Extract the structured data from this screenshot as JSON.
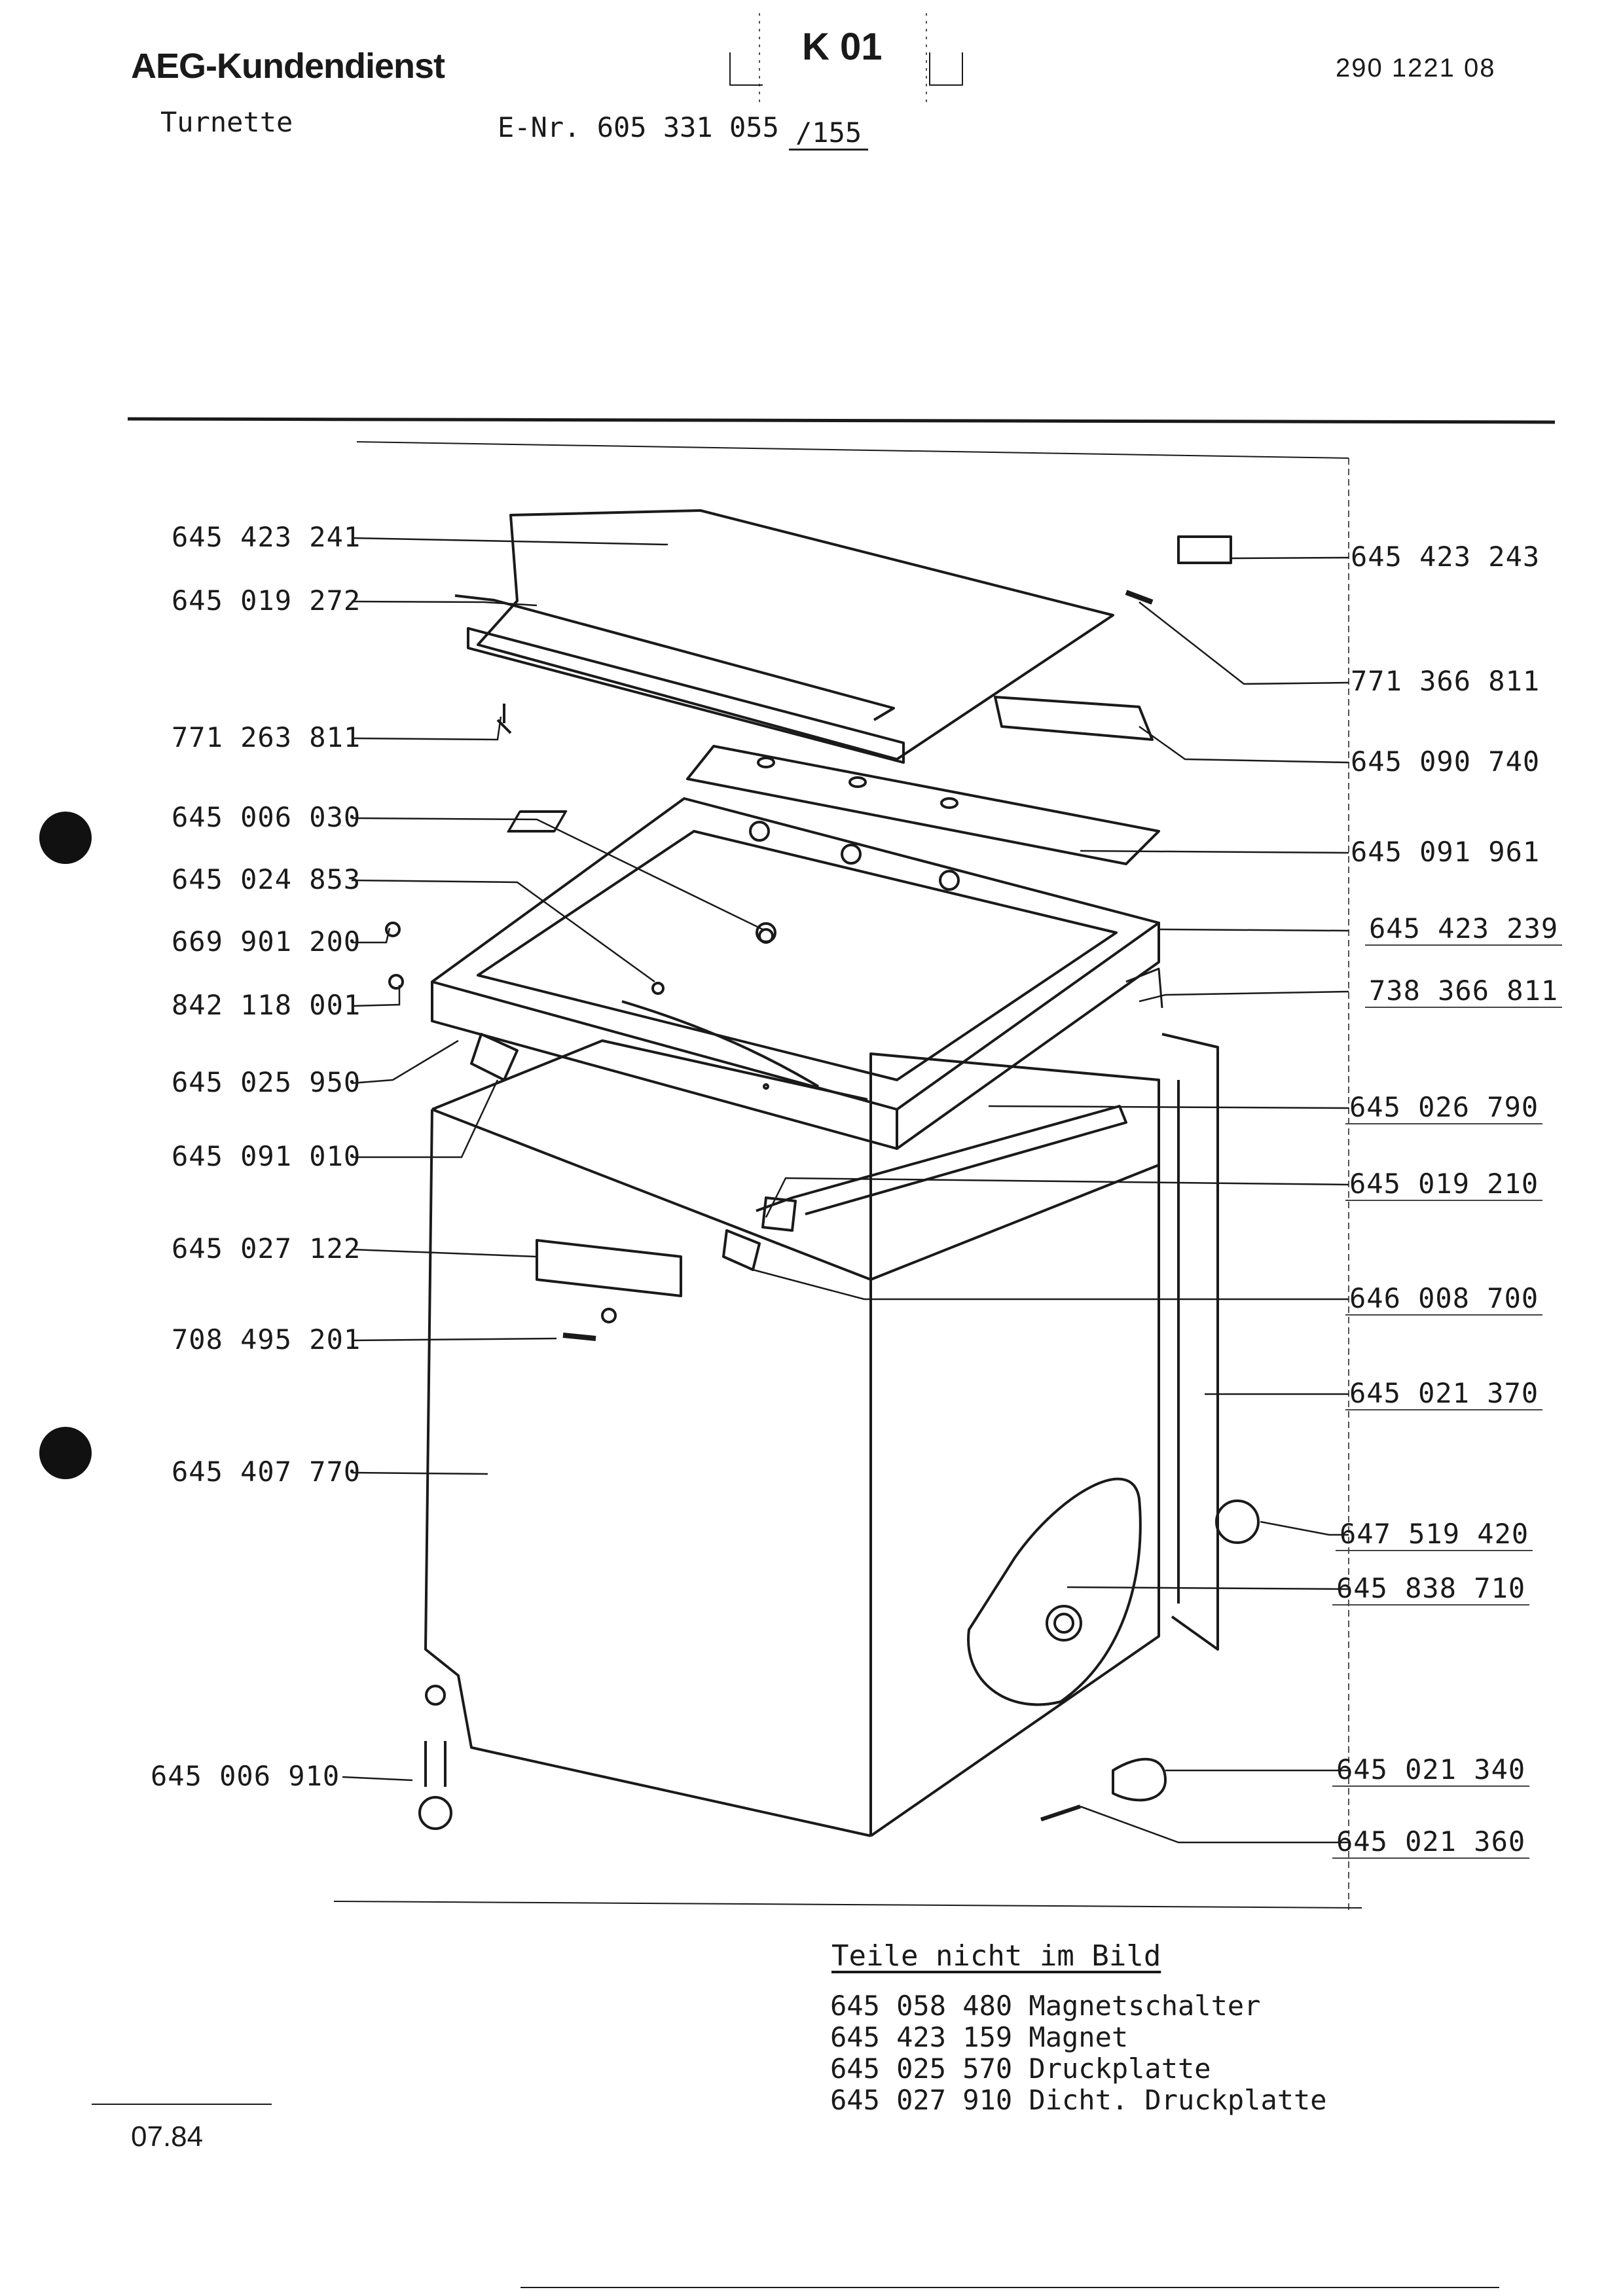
{
  "header": {
    "brand": "AEG-Kundendienst",
    "model": "Turnette",
    "enr_label": "E-Nr. 605 331 055",
    "enr_suffix": "/155",
    "sheet_code": "K 01",
    "doc_number": "290 1221 08"
  },
  "parts_left": [
    "645 423 241",
    "645 019 272",
    "771 263 811",
    "645 006 030",
    "645 024 853",
    "669 901 200",
    "842 118 001",
    "645 025 950",
    "645 091 010",
    "645 027 122",
    "708 495 201",
    "645 407 770",
    "645 006 910"
  ],
  "parts_right": [
    "645 423 243",
    "771 366 811",
    "645 090 740",
    "645 091 961",
    "645 423 239",
    "738 366 811",
    "645 026 790",
    "645 019 210",
    "646 008 700",
    "645 021 370",
    "647 519 420",
    "645 838 710",
    "645 021 340",
    "645 021 360"
  ],
  "notes": {
    "title": "Teile nicht im Bild",
    "items": [
      "645 058 480 Magnetschalter",
      "645 423 159 Magnet",
      "645 025 570 Druckplatte",
      "645 027 910 Dicht. Druckplatte"
    ]
  },
  "footer": {
    "date": "07.84"
  }
}
